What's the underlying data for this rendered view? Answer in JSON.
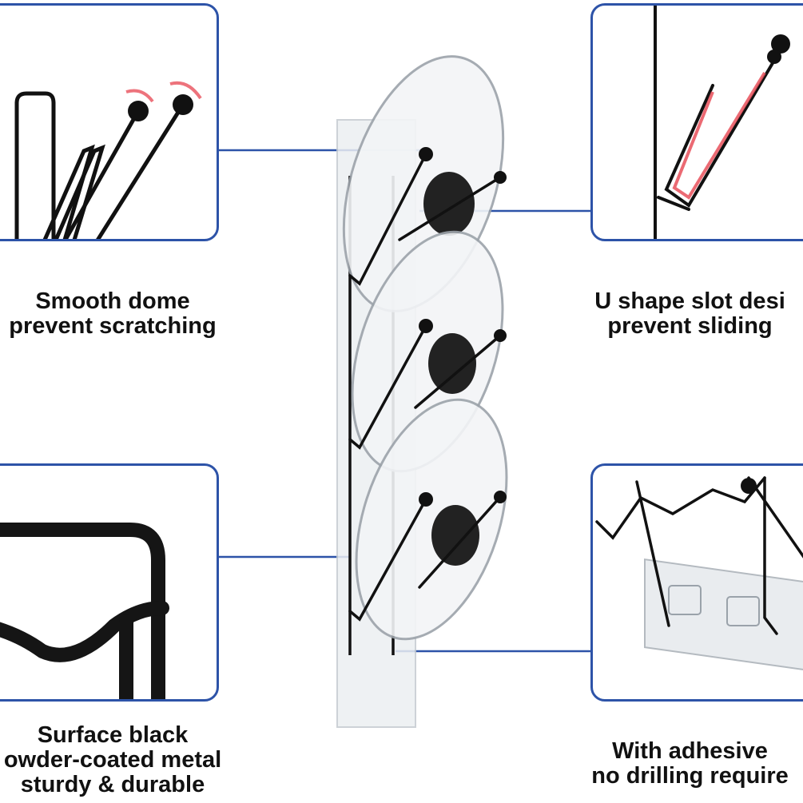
{
  "features": [
    {
      "id": "dome",
      "lines": [
        "Smooth dome",
        "prevent scratching"
      ]
    },
    {
      "id": "slot",
      "lines": [
        "U shape slot desi",
        "prevent sliding"
      ]
    },
    {
      "id": "coating",
      "lines": [
        "Surface black",
        "owder-coated metal",
        "sturdy & durable"
      ]
    },
    {
      "id": "adhesive",
      "lines": [
        "With adhesive",
        "no drilling require"
      ]
    }
  ],
  "colors": {
    "panel_border": "#2d53a8",
    "connector": "#2d53a8",
    "metal": "#111111",
    "highlight": "#e8505b",
    "text": "#111111"
  },
  "icons": [
    "rack-icon",
    "pot-lid-icon",
    "adhesive-hook-icon"
  ]
}
